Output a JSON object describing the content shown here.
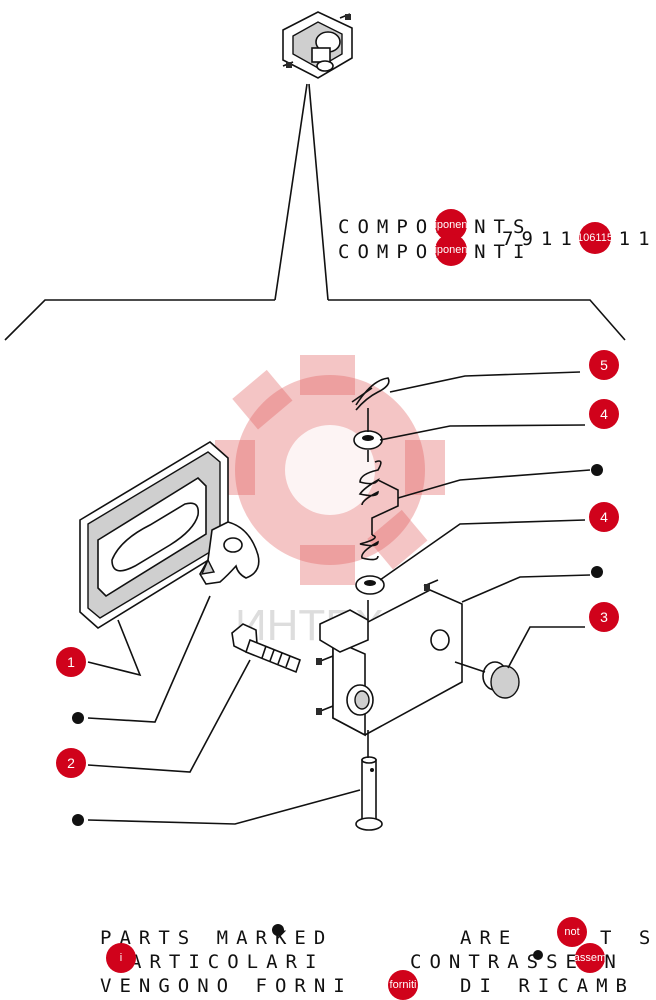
{
  "header": {
    "components_en_label": "COMPONENTS",
    "components_it_label": "COMPONENTI",
    "part_number": "7911061115",
    "overlay_en": "iponen",
    "overlay_it": "iponen",
    "overlay_part": "106115"
  },
  "watermark": {
    "text": "ИНТЕХ",
    "color": "#e05a5a"
  },
  "callouts": [
    {
      "id": "callout-1",
      "label": "1",
      "kind": "number"
    },
    {
      "id": "callout-2",
      "label": "2",
      "kind": "number"
    },
    {
      "id": "callout-3",
      "label": "3",
      "kind": "number"
    },
    {
      "id": "callout-4a",
      "label": "4",
      "kind": "number"
    },
    {
      "id": "callout-4b",
      "label": "4",
      "kind": "number"
    },
    {
      "id": "callout-5",
      "label": "5",
      "kind": "number"
    }
  ],
  "footer": {
    "line1_left": "PARTS MARKED",
    "line1_right": "ARE",
    "line1_end": "T S",
    "line2_left": "ARTICOLARI",
    "line2_right": "CONTRASSEGN",
    "line3_left": "VENGONO FORNI",
    "line3_right": "DI RICAMB",
    "overlay_not": "not",
    "overlay_i": "i",
    "overlay_assem": "assem",
    "overlay_forniti": "forniti"
  },
  "colors": {
    "badge": "#d0021b",
    "ink": "#111111"
  }
}
